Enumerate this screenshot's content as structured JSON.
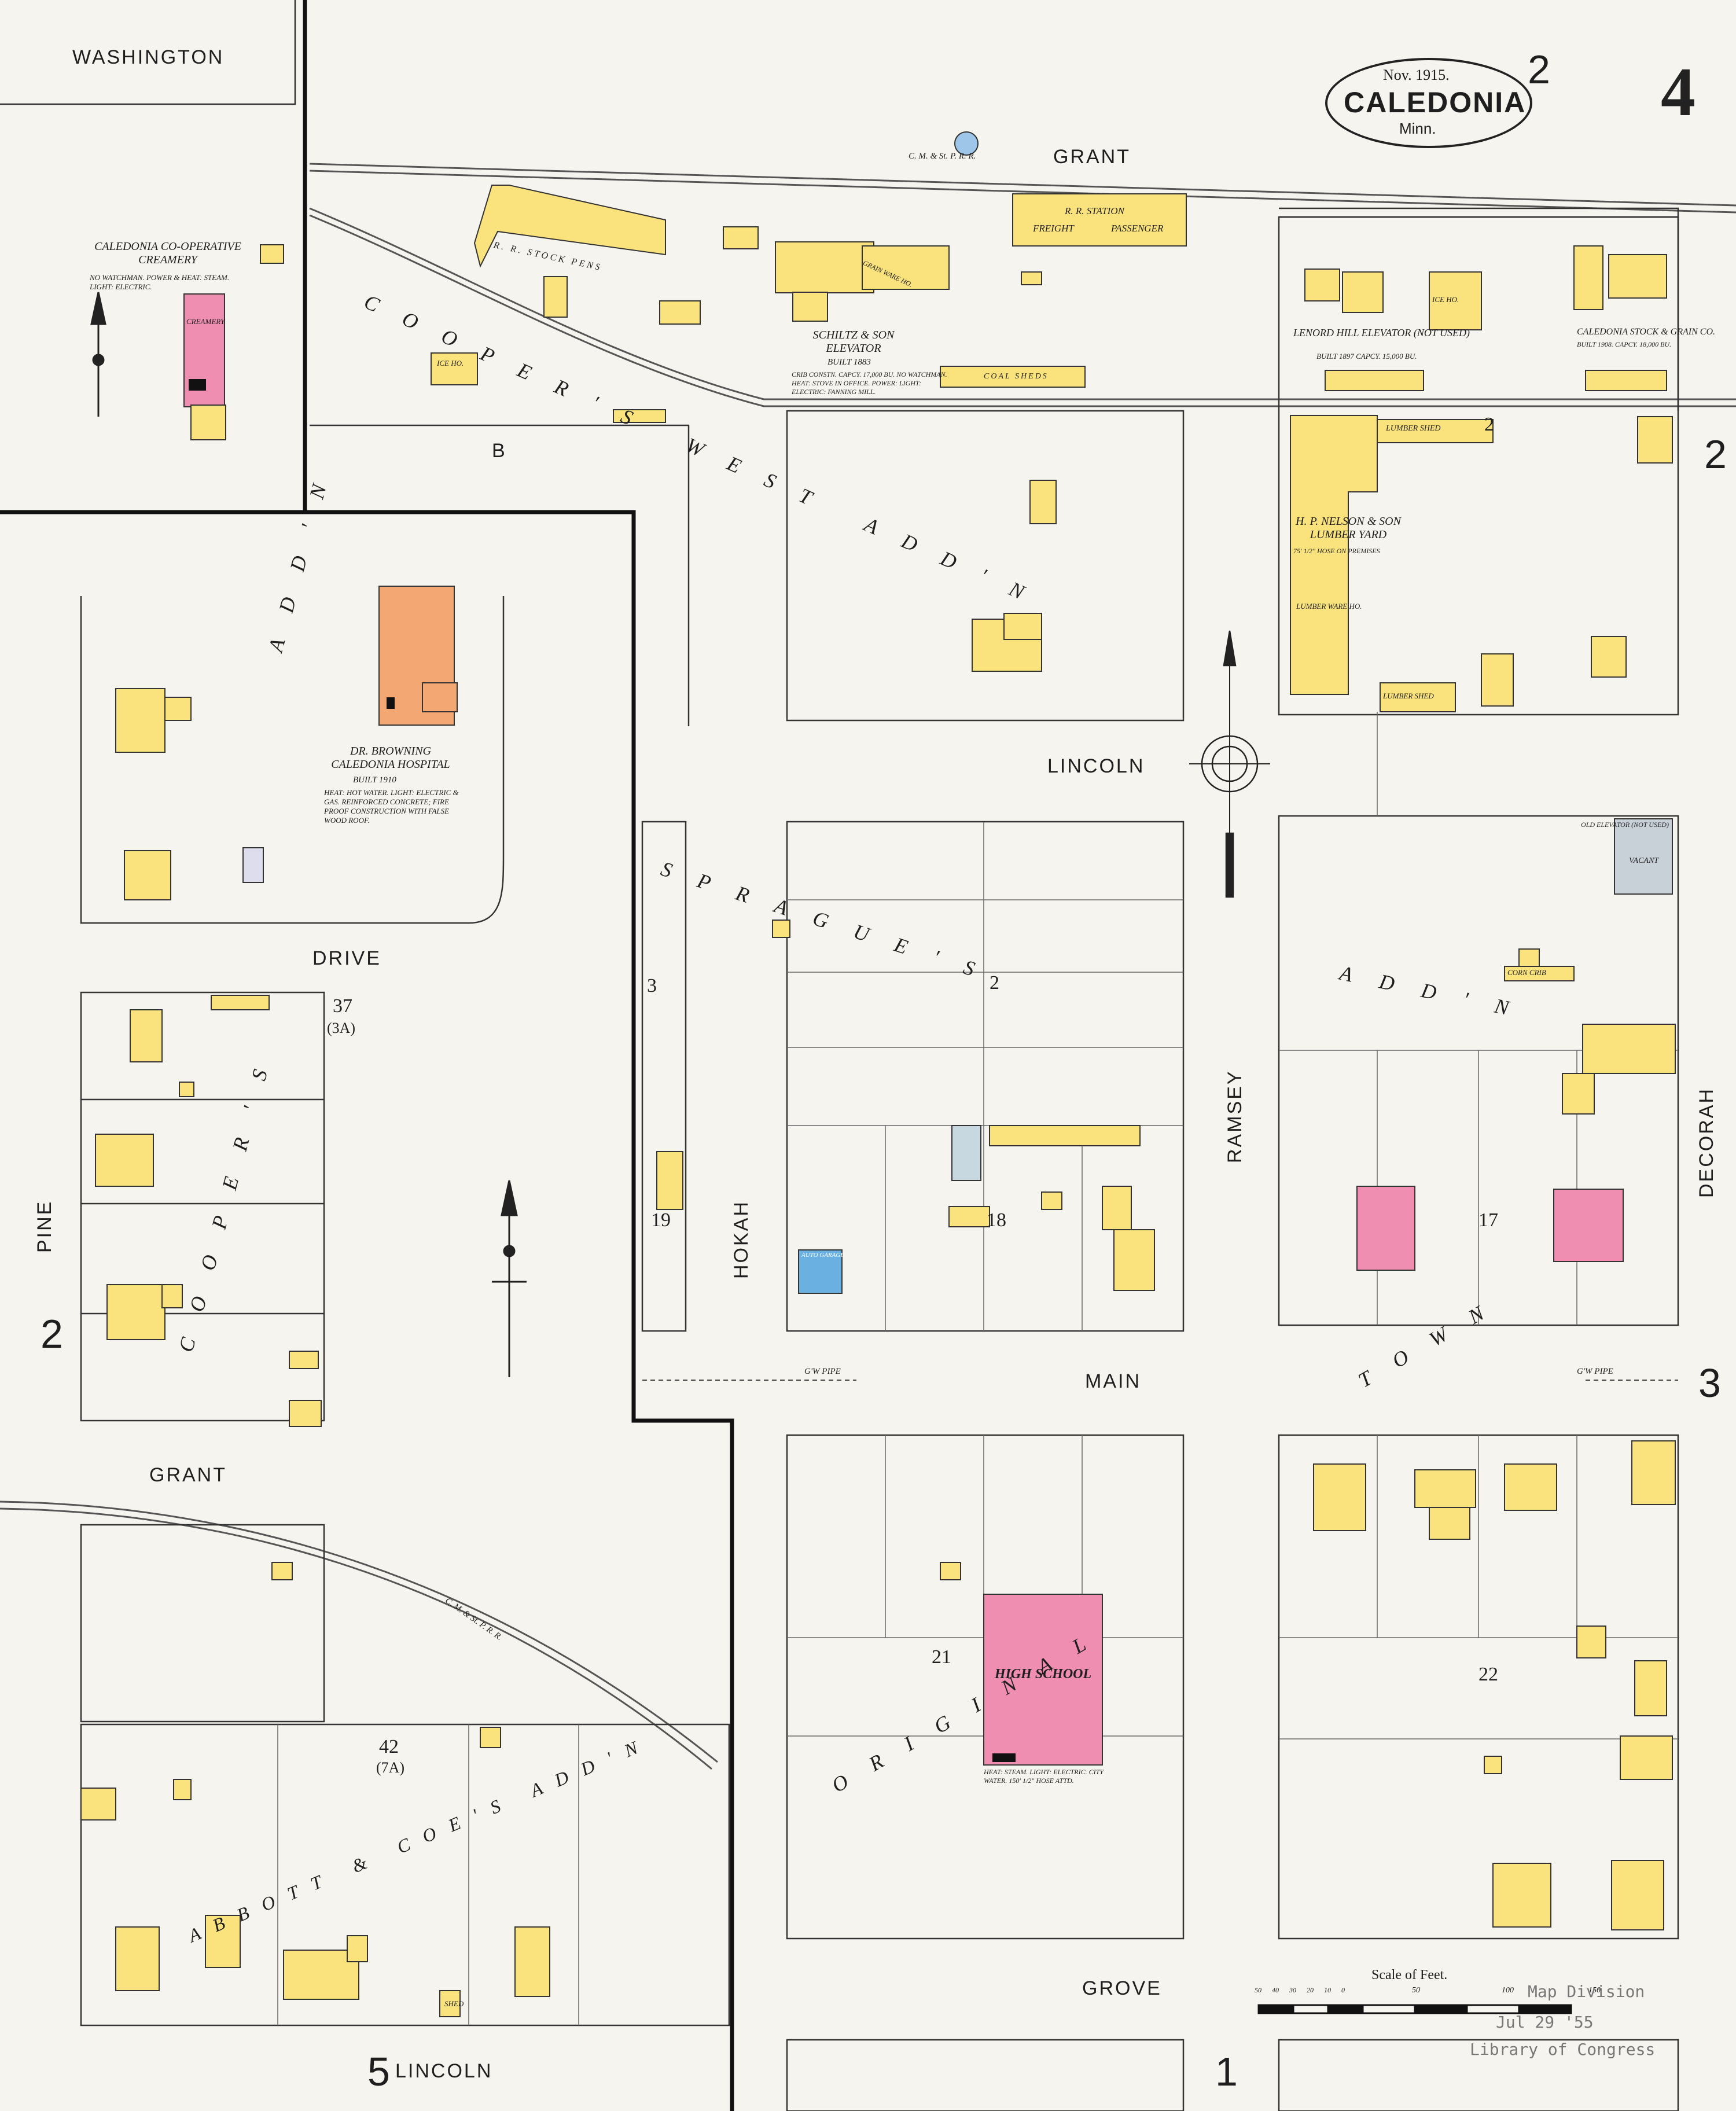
{
  "header": {
    "date": "Nov. 1915.",
    "city": "CALEDONIA",
    "state": "Minn.",
    "sheet_number": "4",
    "key_sheet_ref": "2"
  },
  "streets": {
    "washington": "WASHINGTON",
    "grant_top": "GRANT",
    "rr_top": "C. M. & St. P. R. R.",
    "b": "B",
    "lincoln": "LINCOLN",
    "drive": "DRIVE",
    "hokah": "HOKAH",
    "ramsey": "RAMSEY",
    "decorah": "DECORAH",
    "pine": "PINE",
    "main": "MAIN",
    "grant_left": "GRANT",
    "rr_left": "C. M. & St. P. R. R.",
    "grove": "GROVE",
    "lincoln_bottom": "LINCOLN",
    "gw_pipe_left": "G'W PIPE",
    "gw_pipe_right": "G'W PIPE"
  },
  "additions": {
    "coopers_west": "COOPER'S WEST ADD'N",
    "coopers_add_top": "ADD'N",
    "spragues": "SPRAGUE'S",
    "spragues_add": "ADD'N",
    "coopers_left": "COOPER'S",
    "town": "TOWN",
    "original": "ORIGINAL",
    "abbott_coe": "ABBOTT & COE'S ADD'N"
  },
  "blocks": {
    "b37": "37",
    "b37_old": "(3A)",
    "b42": "42",
    "b42_old": "(7A)",
    "b3": "3",
    "b19": "19",
    "b18": "18",
    "b17": "17",
    "b21": "21",
    "b22": "22",
    "b2_a": "2",
    "b2_b": "2"
  },
  "sheet_refs": {
    "right_top": "2",
    "right_mid": "3",
    "left_mid": "2",
    "bottom_left": "5",
    "bottom_mid": "1"
  },
  "buildings": {
    "creamery_title": "CALEDONIA CO-OPERATIVE CREAMERY",
    "creamery_notes": "NO WATCHMAN. POWER & HEAT: STEAM. LIGHT: ELECTRIC.",
    "creamery_label": "CREAMERY",
    "hospital_title": "DR. BROWNING CALEDONIA HOSPITAL",
    "hospital_built": "BUILT 1910",
    "hospital_notes": "HEAT: HOT WATER. LIGHT: ELECTRIC & GAS. REINFORCED CONCRETE; FIRE PROOF CONSTRUCTION WITH FALSE WOOD ROOF.",
    "schiltz_title": "SCHILTZ & SON ELEVATOR",
    "schiltz_built": "BUILT 1883",
    "schiltz_notes": "CRIB CONSTN. CAPCY. 17,000 BU. NO WATCHMAN. HEAT: STOVE IN OFFICE. POWER: LIGHT: ELECTRIC: FANNING MILL.",
    "rr_station": "R. R. STATION",
    "freight": "FREIGHT",
    "passenger": "PASSENGER",
    "stock_pens": "R. R. STOCK PENS",
    "coal_sheds": "COAL SHEDS",
    "lenord_hill": "LENORD HILL ELEVATOR (NOT USED)",
    "lenord_built": "BUILT 1897 CAPCY. 15,000 BU.",
    "caledonia_stock": "CALEDONIA STOCK & GRAIN CO.",
    "caledonia_stock_notes": "BUILT 1908. CAPCY. 18,000 BU.",
    "nelson_lumber": "H. P. NELSON & SON LUMBER YARD",
    "nelson_note": "75' 1/2\" HOSE ON PREMISES",
    "lumber_shed": "LUMBER SHED",
    "lumber_ware_ho": "LUMBER WARE HO.",
    "old_elevator": "OLD ELEVATOR (NOT USED)",
    "vacant": "VACANT",
    "corn_crib": "CORN CRIB",
    "high_school": "HIGH SCHOOL",
    "high_school_notes": "HEAT: STEAM. LIGHT: ELECTRIC. CITY WATER. 150' 1/2\" HOSE ATTD.",
    "ice_ho": "ICE HO.",
    "grain_ware_ho": "GRAIN WARE HO.",
    "shed": "SHED",
    "auto_garage": "AUTO GARAGE"
  },
  "stamp": {
    "division": "Map Division",
    "date": "Jul 29 '55",
    "library": "Library of Congress"
  },
  "scale": {
    "label": "Scale of Feet.",
    "ticks": [
      "50",
      "40",
      "30",
      "20",
      "10",
      "0",
      "50",
      "100",
      "150"
    ]
  },
  "colors": {
    "frame": "#fae37d",
    "brick": "#ef8eb0",
    "adobe": "#f3a773",
    "stone": "#6ab0e0",
    "paper": "#f6f4ee",
    "ink": "#1e1e1e"
  },
  "icons": [
    "compass-rose-icon",
    "north-arrow-icon",
    "hydrant-icon"
  ]
}
